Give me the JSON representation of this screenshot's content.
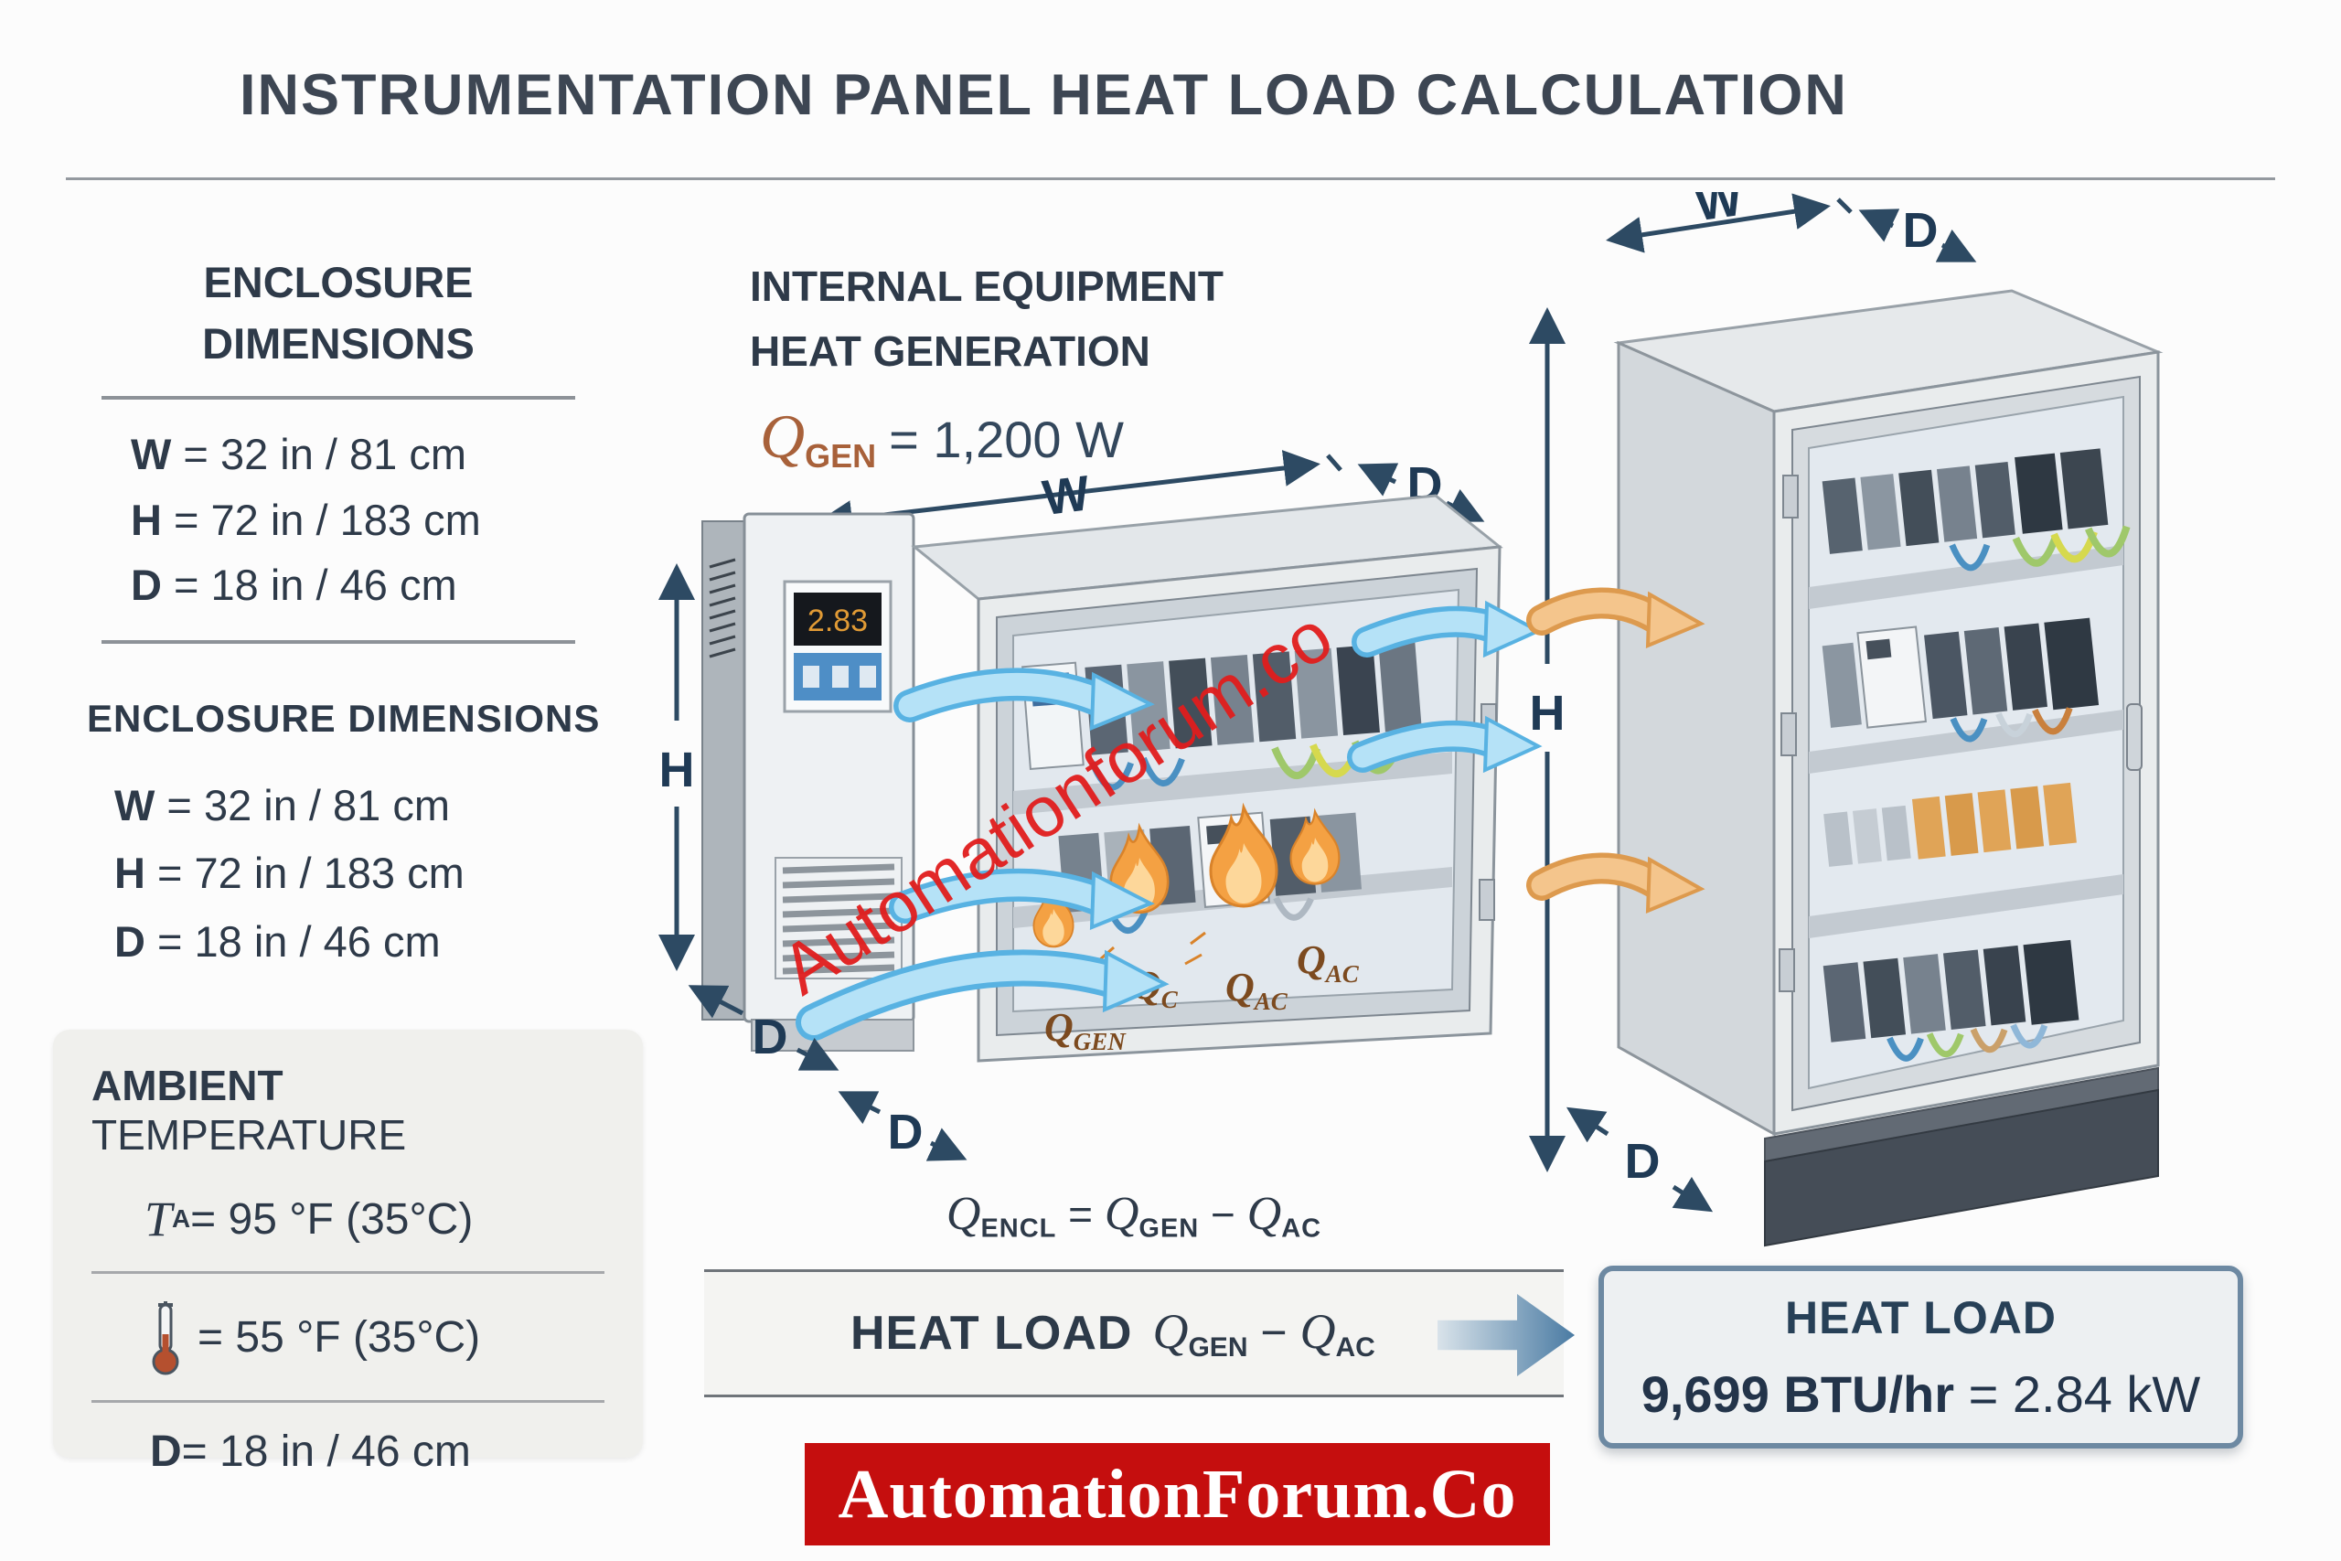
{
  "title": "INSTRUMENTATION PANEL HEAT LOAD CALCULATION",
  "left": {
    "section1": {
      "heading_line1": "ENCLOSURE",
      "heading_line2": "DIMENSIONS",
      "rows": [
        {
          "k": "W",
          "v": " = 32 in / 81 cm"
        },
        {
          "k": "H",
          "v": " = 72 in / 183 cm"
        },
        {
          "k": "D",
          "v": " = 18 in / 46 cm"
        }
      ]
    },
    "section2": {
      "heading": "ENCLOSURE DIMENSIONS",
      "rows": [
        {
          "k": "W",
          "v": " = 32 in / 81 cm"
        },
        {
          "k": "H",
          "v": " = 72 in / 183 cm"
        },
        {
          "k": "D",
          "v": " = 18 in / 46 cm"
        }
      ]
    },
    "ambient": {
      "heading_bold": "AMBIENT",
      "heading_rest": " TEMPERATURE",
      "row_ta": {
        "t": "T",
        "sub": "A",
        "v": " = 95 °F (35°C)"
      },
      "row_thermo": {
        "icon": "thermometer-icon",
        "v": " = 55 °F (35°C)"
      },
      "row_d": {
        "k": "D",
        "v": " = 18 in / 46 cm"
      }
    }
  },
  "center": {
    "heading_line1": "INTERNAL EQUIPMENT",
    "heading_line2": "HEAT GENERATION",
    "qgen": {
      "q": "Q",
      "sub": "GEN",
      "rest": "= 1,200 W"
    },
    "ac_display": "2.83",
    "dims": {
      "w": "W",
      "d_top": "D",
      "h": "H",
      "d_ac": "D",
      "d_enc": "D"
    },
    "flames": [
      {
        "q": "Q",
        "sub": "GEN"
      },
      {
        "q": "Q",
        "sub": "C"
      },
      {
        "q": "Q",
        "sub": "AC"
      },
      {
        "q": "Q",
        "sub": "AC"
      }
    ],
    "watermark": "Automationforum.co",
    "eq_encl": {
      "q1": "Q",
      "s1": "ENCL",
      "eq": "=",
      "q2": "Q",
      "s2": "GEN",
      "minus": "−",
      "q3": "Q",
      "s3": "AC"
    },
    "band": {
      "label": "HEAT LOAD",
      "q1": "Q",
      "s1": "GEN",
      "minus": "−",
      "q2": "Q",
      "s2": "AC"
    }
  },
  "right": {
    "dims": {
      "w": "W",
      "d_top": "D",
      "h": "H",
      "d_bottom": "D"
    },
    "result": {
      "title": "HEAT LOAD",
      "value_bold": "9,699 BTU/hr",
      "value_rest": " = 2.84 kW"
    }
  },
  "footer": {
    "brand": "AutomationForum.Co"
  },
  "colors": {
    "navy_text": "#2e3a49",
    "q_brown": "#a8613a",
    "flame_orange": "#f4a143",
    "flame_label_brown": "#7c4a1f",
    "dim_arrow": "#2d4a63",
    "airflow_blue": "#a9dcf5",
    "airflow_orange": "#f0b87c",
    "banner_red": "#c50e0e",
    "watermark_red": "#e11d1d",
    "result_border": "#6d89a2"
  }
}
